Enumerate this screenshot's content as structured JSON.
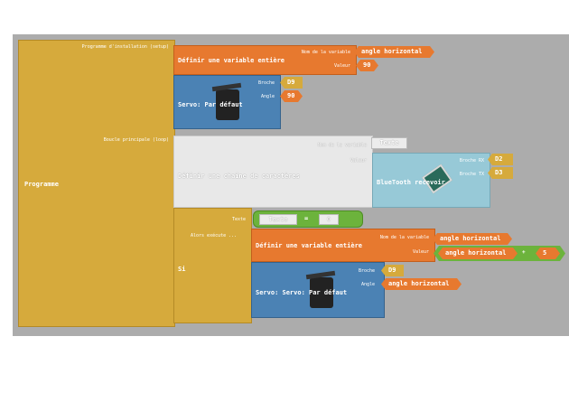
{
  "program": {
    "label": "Programme",
    "setup_label": "Programme d'installation (setup)",
    "loop_label": "Boucle principale (loop)"
  },
  "setup_var": {
    "title": "Définir une variable entière",
    "name_label": "Nom de la variable",
    "name": "angle horizontal",
    "value_label": "Valeur",
    "value": "90"
  },
  "setup_servo": {
    "title": "Servo: Par défaut",
    "pin_label": "Broche",
    "pin": "D9",
    "angle_label": "Angle",
    "angle": "90"
  },
  "string_var": {
    "title": "Définir une chaine de caractères",
    "name_label": "Nom de la variable",
    "name": "Texte",
    "value_label": "Valeur"
  },
  "bluetooth": {
    "title": "BlueTooth recevoir",
    "rx_label": "Broche RX",
    "rx": "D2",
    "tx_label": "Broche TX",
    "tx": "D3"
  },
  "if_block": {
    "label": "Si",
    "cond_label": "Texte",
    "then_label": "Alors exécute ...",
    "left": "Texte",
    "op": "=",
    "right": "0"
  },
  "loop_var": {
    "title": "Définir une variable entière",
    "name_label": "Nom de la variable",
    "name": "angle horizontal",
    "value_label": "Valeur",
    "expr_left": "angle horizontal",
    "expr_op": "+",
    "expr_right": "5"
  },
  "loop_servo": {
    "title": "Servo: Servo: Par défaut",
    "pin_label": "Broche",
    "pin": "D9",
    "angle_label": "Angle",
    "angle": "angle horizontal"
  }
}
